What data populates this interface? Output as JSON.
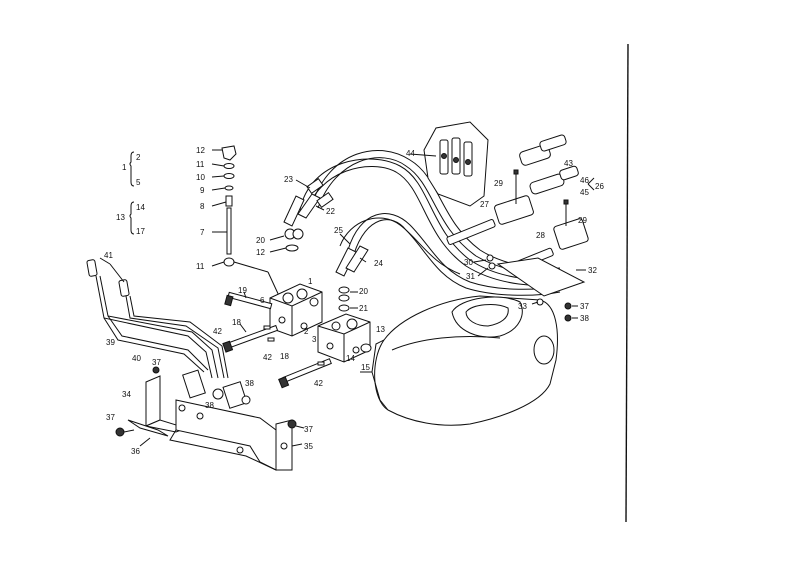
{
  "diagram": {
    "labels": [
      {
        "id": "12",
        "text": "12"
      },
      {
        "id": "11",
        "text": "11"
      },
      {
        "id": "10",
        "text": "10"
      },
      {
        "id": "9",
        "text": "9"
      },
      {
        "id": "8",
        "text": "8"
      },
      {
        "id": "7",
        "text": "7"
      },
      {
        "id": "11b",
        "text": "11"
      },
      {
        "id": "g1_1",
        "text": "1"
      },
      {
        "id": "g1_2",
        "text": "2"
      },
      {
        "id": "g1_5",
        "text": "5"
      },
      {
        "id": "g13_13",
        "text": "13"
      },
      {
        "id": "g13_14",
        "text": "14"
      },
      {
        "id": "g13_17",
        "text": "17"
      },
      {
        "id": "23",
        "text": "23"
      },
      {
        "id": "22",
        "text": "22"
      },
      {
        "id": "20a",
        "text": "20"
      },
      {
        "id": "12b",
        "text": "12"
      },
      {
        "id": "25",
        "text": "25"
      },
      {
        "id": "24",
        "text": "24"
      },
      {
        "id": "41",
        "text": "41"
      },
      {
        "id": "19",
        "text": "19"
      },
      {
        "id": "6",
        "text": "6"
      },
      {
        "id": "1",
        "text": "1"
      },
      {
        "id": "20b",
        "text": "20"
      },
      {
        "id": "21",
        "text": "21"
      },
      {
        "id": "18a",
        "text": "18"
      },
      {
        "id": "2",
        "text": "2"
      },
      {
        "id": "3",
        "text": "3"
      },
      {
        "id": "13",
        "text": "13"
      },
      {
        "id": "39",
        "text": "39"
      },
      {
        "id": "40",
        "text": "40"
      },
      {
        "id": "42a",
        "text": "42"
      },
      {
        "id": "42b",
        "text": "42"
      },
      {
        "id": "18b",
        "text": "18"
      },
      {
        "id": "14",
        "text": "14"
      },
      {
        "id": "15",
        "text": "15"
      },
      {
        "id": "42c",
        "text": "42"
      },
      {
        "id": "37a",
        "text": "37"
      },
      {
        "id": "34",
        "text": "34"
      },
      {
        "id": "38a",
        "text": "38"
      },
      {
        "id": "38b",
        "text": "38"
      },
      {
        "id": "37b",
        "text": "37"
      },
      {
        "id": "37c",
        "text": "37"
      },
      {
        "id": "35",
        "text": "35"
      },
      {
        "id": "36",
        "text": "36"
      },
      {
        "id": "44",
        "text": "44"
      },
      {
        "id": "43",
        "text": "43"
      },
      {
        "id": "46",
        "text": "46"
      },
      {
        "id": "45",
        "text": "45"
      },
      {
        "id": "26",
        "text": "26"
      },
      {
        "id": "29a",
        "text": "29"
      },
      {
        "id": "27",
        "text": "27"
      },
      {
        "id": "29b",
        "text": "29"
      },
      {
        "id": "28",
        "text": "28"
      },
      {
        "id": "30",
        "text": "30"
      },
      {
        "id": "31",
        "text": "31"
      },
      {
        "id": "32",
        "text": "32"
      },
      {
        "id": "33",
        "text": "33"
      },
      {
        "id": "37d",
        "text": "37"
      },
      {
        "id": "38c",
        "text": "38"
      }
    ]
  }
}
